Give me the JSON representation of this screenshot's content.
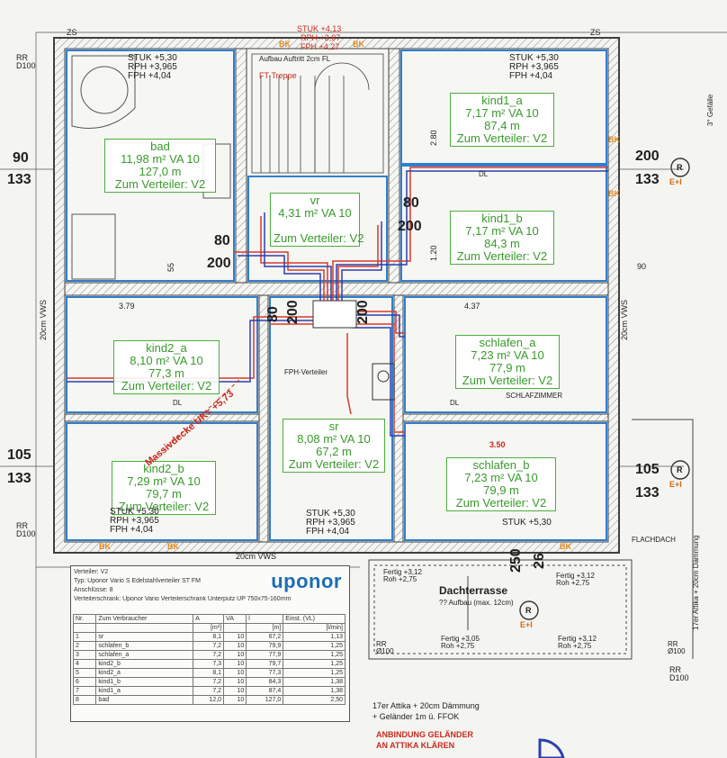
{
  "rooms": [
    {
      "id": "bad",
      "name": "bad",
      "area": "11,98 m²",
      "va": "VA 10",
      "length": "127,0 m",
      "dist": "Zum Verteiler: V2"
    },
    {
      "id": "kind1_a",
      "name": "kind1_a",
      "area": "7,17 m²",
      "va": "VA 10",
      "length": "87,4 m",
      "dist": "Zum Verteiler: V2"
    },
    {
      "id": "vr",
      "name": "vr",
      "area": "4,31 m²",
      "va": "VA 10",
      "length": "",
      "dist": "Zum Verteiler: V2"
    },
    {
      "id": "kind1_b",
      "name": "kind1_b",
      "area": "7,17 m²",
      "va": "VA 10",
      "length": "84,3 m",
      "dist": "Zum Verteiler: V2"
    },
    {
      "id": "kind2_a",
      "name": "kind2_a",
      "area": "8,10 m²",
      "va": "VA 10",
      "length": "77,3 m",
      "dist": "Zum Verteiler: V2"
    },
    {
      "id": "schlafen_a",
      "name": "schlafen_a",
      "area": "7,23 m²",
      "va": "VA 10",
      "length": "77,9 m",
      "dist": "Zum Verteiler: V2"
    },
    {
      "id": "sr",
      "name": "sr",
      "area": "8,08 m²",
      "va": "VA 10",
      "length": "67,2 m",
      "dist": "Zum Verteiler: V2"
    },
    {
      "id": "kind2_b",
      "name": "kind2_b",
      "area": "7,29 m²",
      "va": "VA 10",
      "length": "79,7 m",
      "dist": "Zum Verteiler: V2"
    },
    {
      "id": "schlafen_b",
      "name": "schlafen_b",
      "area": "7,23 m²",
      "va": "VA 10",
      "length": "79,9 m",
      "dist": "Zum Verteiler: V2"
    }
  ],
  "dimensions": {
    "left_90": "90",
    "left_133a": "133",
    "left_105": "105",
    "left_133b": "133",
    "right_200": "200",
    "right_133a": "133",
    "right_105": "105",
    "right_133b": "133",
    "door_80a": "80",
    "door_200a": "200",
    "door_80b": "80",
    "door_200b": "200",
    "door_80c": "80",
    "door_200c": "200",
    "door_26": "26",
    "door_250": "250",
    "door_200d": "200",
    "rr_d100": "RR D100",
    "width_379": "3.79",
    "width_437": "4.37",
    "width_350": "3.50",
    "side_280": "2.80",
    "side_120": "1.20",
    "side_90": "90",
    "side_55": "55"
  },
  "annotations": {
    "zs_left": "ZS",
    "zs_right": "ZS",
    "stuk_top": "STUK +4,13",
    "rph_top": "RPH +3,97",
    "fph_top": "FPH +4,27",
    "stuk_bad": "STUK +5,30",
    "rph_bad": "RPH +3,965",
    "fph_bad": "FPH +4,04",
    "stuk_k1": "STUK +5,30",
    "rph_k1": "RPH +3,965",
    "fph_k1": "FPH +4,04",
    "stuk_k2": "STUK +5,30",
    "rph_k2": "RPH +3,965",
    "fph_k2": "FPH +4,04",
    "stuk_sr": "STUK +5,30",
    "rph_sr": "RPH +3,965",
    "fph_sr": "FPH +4,04",
    "stuk_sb": "STUK +5,30",
    "vws_left": "20cm VWS",
    "vws_right": "20cm VWS",
    "vws_bottom": "20cm VWS",
    "stiege": "FT-Treppe",
    "aufbau": "Aufbau Auftritt 2cm FL",
    "fph_verteiler": "FPH-Verteiler",
    "schlafzimmer": "SCHLAFZIMMER",
    "massivdecke": "Massivdecke UK= +5,73",
    "dl": "DL",
    "bk": "BK",
    "dachterrasse": "Dachterrasse",
    "dach_aufbau": "?? Aufbau (max. 12cm)",
    "flachdach": "FLACHDACH",
    "attika_right": "17er Attika + 20cm Dämmung",
    "attika_bottom_1": "17er Attika + 20cm Dämmung",
    "attika_bottom_2": "+ Geländer 1m ü. FFOK",
    "anbindung_1": "ANBINDUNG GELÄNDER",
    "anbindung_2": "AN ATTIKA KLÄREN",
    "gefalle": "3° Gefälle",
    "e_plus": "E+I",
    "r": "R",
    "rr_o100": "RR Ø100",
    "fertig": "Fertig +3,12",
    "fertig2": "Fertig +3,05",
    "roh": "Roh +2,75",
    "roh2": "Roh +2,75"
  },
  "legend": {
    "verteiler": "Verteiler: V2",
    "typ": "Typ: Uponor Vario S Edelstahlverteiler ST FM",
    "anschluesse": "Anschlüsse: 8",
    "schrank": "Verteilerschrank: Uponor Vario Verteilerschrank Unterputz UP 750x75-160mm",
    "logo": "uponor",
    "headers": [
      "Nr.",
      "Zum Verbraucher",
      "A",
      "VA",
      "l",
      "Einst. (VL)"
    ],
    "units": [
      "",
      "",
      "[m²]",
      "",
      "[m]",
      "[l/min]"
    ],
    "rows": [
      [
        "1",
        "sr",
        "8,1",
        "10",
        "67,2",
        "1,13"
      ],
      [
        "2",
        "schlafen_b",
        "7,2",
        "10",
        "79,9",
        "1,25"
      ],
      [
        "3",
        "schlafen_a",
        "7,2",
        "10",
        "77,9",
        "1,25"
      ],
      [
        "4",
        "kind2_b",
        "7,3",
        "10",
        "79,7",
        "1,25"
      ],
      [
        "5",
        "kind2_a",
        "8,1",
        "10",
        "77,3",
        "1,25"
      ],
      [
        "6",
        "kind1_b",
        "7,2",
        "10",
        "84,3",
        "1,38"
      ],
      [
        "7",
        "kind1_a",
        "7,2",
        "10",
        "87,4",
        "1,38"
      ],
      [
        "8",
        "bad",
        "12,0",
        "10",
        "127,0",
        "2,50"
      ]
    ]
  },
  "colors": {
    "wall": "#3f3f3f",
    "zone": "#2f7fd0",
    "supply": "#d83a2a",
    "return": "#2c3fb0",
    "label": "#4cae3c",
    "bk": "#e48a1d"
  }
}
